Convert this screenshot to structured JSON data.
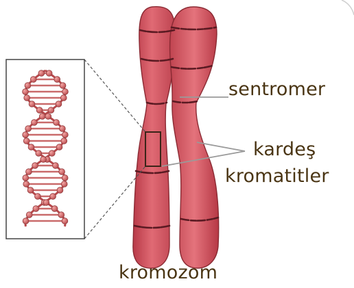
{
  "labels": {
    "centromere": "sentromer",
    "sister_chromatids_line1": "kardeş",
    "sister_chromatids_line2": "kromatitler",
    "chromosome": "kromozom"
  },
  "colors": {
    "chromatid_fill": "#d2505c",
    "chromatid_stroke": "#8a2a33",
    "band": "#5a1a22",
    "label_text": "#4a3514",
    "pointer_line": "#9a9a9a"
  }
}
